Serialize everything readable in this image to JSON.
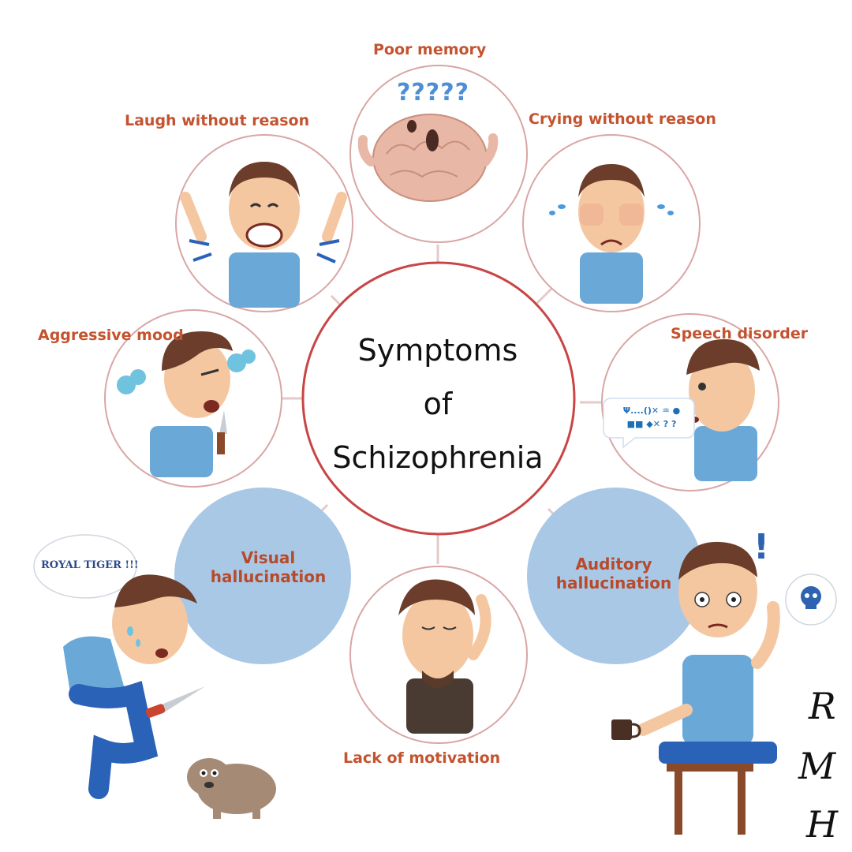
{
  "center": {
    "line1": "Symptoms",
    "line2": "of",
    "line3": "Schizophrenia"
  },
  "symptoms": {
    "poor_memory": "Poor memory",
    "laugh": "Laugh without reason",
    "crying": "Crying without reason",
    "aggressive": "Aggressive mood",
    "speech": "Speech disorder",
    "visual_line1": "Visual",
    "visual_line2": "hallucination",
    "auditory_line1": "Auditory",
    "auditory_line2": "hallucination",
    "motivation": "Lack of motivation"
  },
  "bubbles": {
    "royal_tiger": "ROYAL TIGER !!!",
    "question_marks": "?????",
    "exclamation": "!",
    "speech_line1": "Ψ....()✕ ♒ ●",
    "speech_line2": "■■ ◆✕ ? ?"
  },
  "monogram": {
    "letter1": "R",
    "letter2": "M",
    "letter3": "H"
  },
  "colors": {
    "label": "#c4532f",
    "circle_outline": "#d9a6a6",
    "center_outline": "#c94545",
    "blue_circle": "#a9c8e6",
    "skin": "#f4c7a1",
    "hair": "#6b3d2a",
    "shirt": "#6aa8d8"
  },
  "icons": [
    "skull-icon",
    "knife-icon",
    "dog-figure",
    "coffee-cup-icon",
    "tear-drops-icon"
  ]
}
